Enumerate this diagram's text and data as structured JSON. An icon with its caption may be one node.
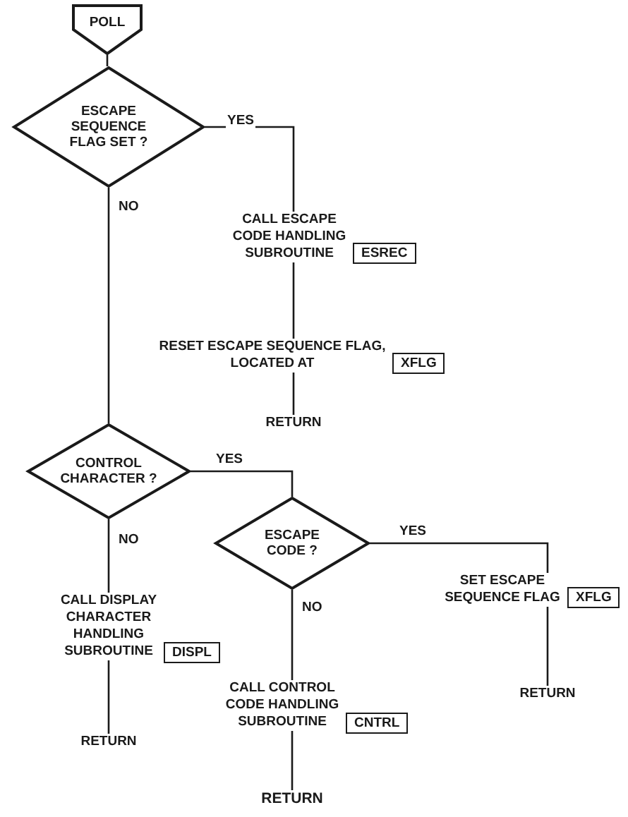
{
  "diagram": {
    "nodes": [
      {
        "text": [
          "POLL"
        ]
      },
      {
        "text": [
          "ESCAPE SEQUENCE FLAG SET ?"
        ]
      },
      {
        "text": [
          "CALL ESCAPE CODE HANDLING SUBROUTINE"
        ]
      },
      {
        "text": [
          "ESREC"
        ]
      },
      {
        "text": [
          "RESET ESCAPE SEQUENCE FLAG, LOCATED AT"
        ]
      },
      {
        "text": [
          "XFLG"
        ]
      },
      {
        "text": [
          "RETURN"
        ]
      },
      {
        "text": [
          "CONTROL CHARACTER ?"
        ]
      },
      {
        "text": [
          "CALL DISPLAY CHARACTER HANDLING SUBROUTINE"
        ]
      },
      {
        "text": [
          "DISPL"
        ]
      },
      {
        "text": [
          "RETURN"
        ]
      },
      {
        "text": [
          "ESCAPE CODE ?"
        ]
      },
      {
        "text": [
          "CALL CONTROL CODE HANDLING SUBROUTINE"
        ]
      },
      {
        "text": [
          "CNTRL"
        ]
      },
      {
        "text": [
          "RETURN"
        ]
      },
      {
        "text": [
          "SET ESCAPE SEQUENCE FLAG"
        ]
      },
      {
        "text": [
          "XFLG"
        ]
      },
      {
        "text": [
          "RETURN"
        ]
      }
    ],
    "edges": [
      {
        "from": 0,
        "to": 1,
        "arrow": "none"
      },
      {
        "from": 1,
        "to": 2,
        "arrow": "none",
        "label": "YES"
      },
      {
        "from": 2,
        "to": 4,
        "arrow": "none"
      },
      {
        "from": 4,
        "to": 6,
        "arrow": "none"
      },
      {
        "from": 1,
        "to": 7,
        "arrow": "none",
        "label": "NO"
      },
      {
        "from": 7,
        "to": 8,
        "arrow": "none",
        "label": "NO"
      },
      {
        "from": 8,
        "to": 10,
        "arrow": "none"
      },
      {
        "from": 7,
        "to": 11,
        "arrow": "none",
        "label": "YES"
      },
      {
        "from": 11,
        "to": 12,
        "arrow": "none",
        "label": "NO"
      },
      {
        "from": 12,
        "to": 14,
        "arrow": "none"
      },
      {
        "from": 11,
        "to": 15,
        "arrow": "none",
        "label": "YES"
      },
      {
        "from": 15,
        "to": 17,
        "arrow": "none"
      }
    ]
  }
}
